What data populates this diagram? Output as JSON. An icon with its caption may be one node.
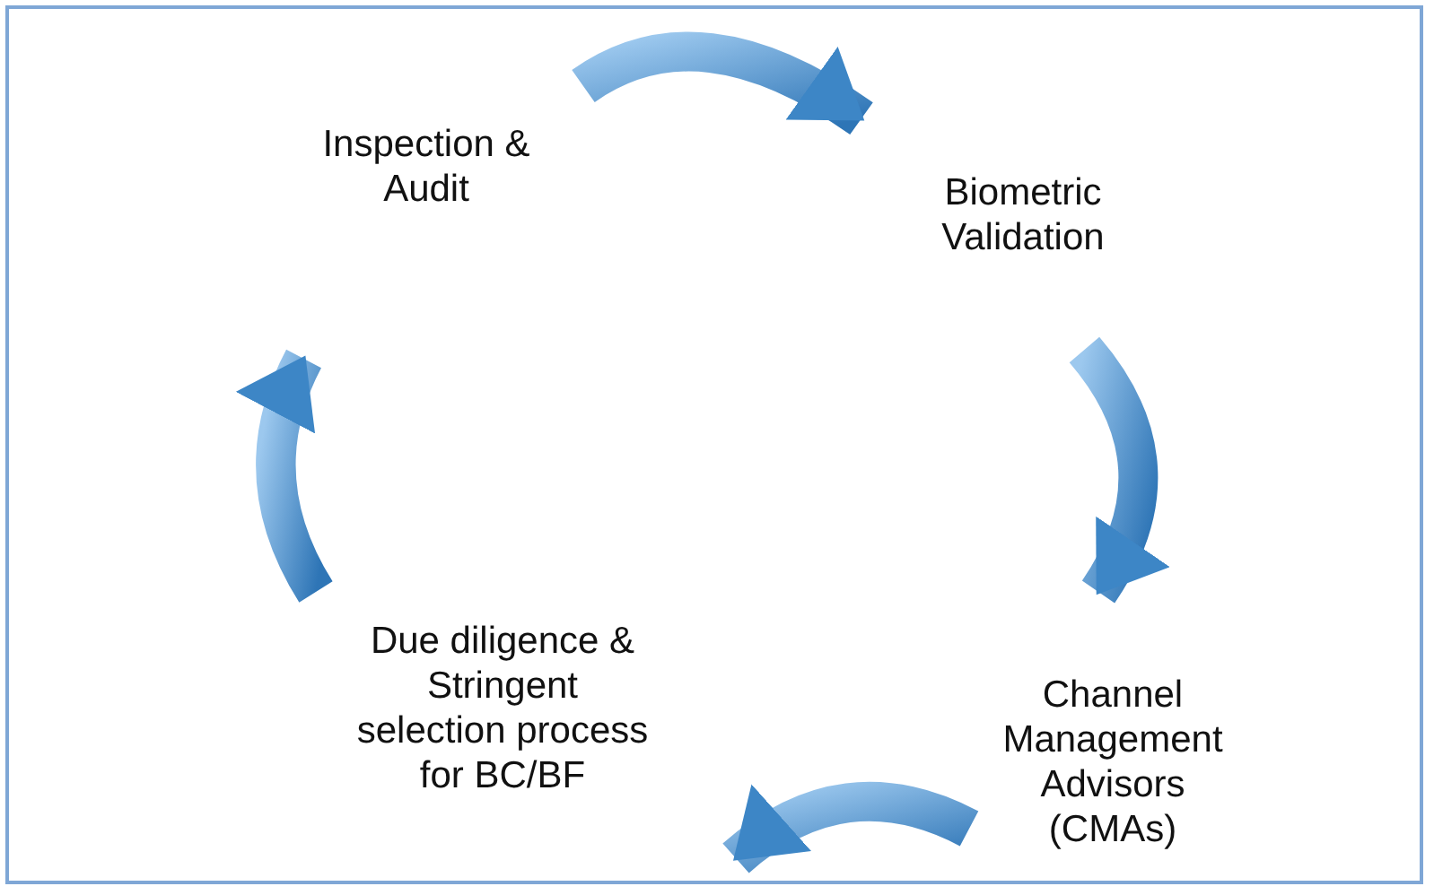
{
  "diagram": {
    "nodes": [
      {
        "text": [
          "Inspection & Audit"
        ]
      },
      {
        "text": [
          "Biometric Validation"
        ]
      },
      {
        "text": [
          "Channel Management Advisors (CMAs)"
        ]
      },
      {
        "text": [
          "Due diligence & Stringent selection process for BC/BF"
        ]
      }
    ],
    "edges": [
      {
        "from": 0,
        "to": 1,
        "arrow": "to"
      },
      {
        "from": 1,
        "to": 2,
        "arrow": "to"
      },
      {
        "from": 2,
        "to": 3,
        "arrow": "to"
      },
      {
        "from": 3,
        "to": 0,
        "arrow": "to"
      }
    ]
  }
}
